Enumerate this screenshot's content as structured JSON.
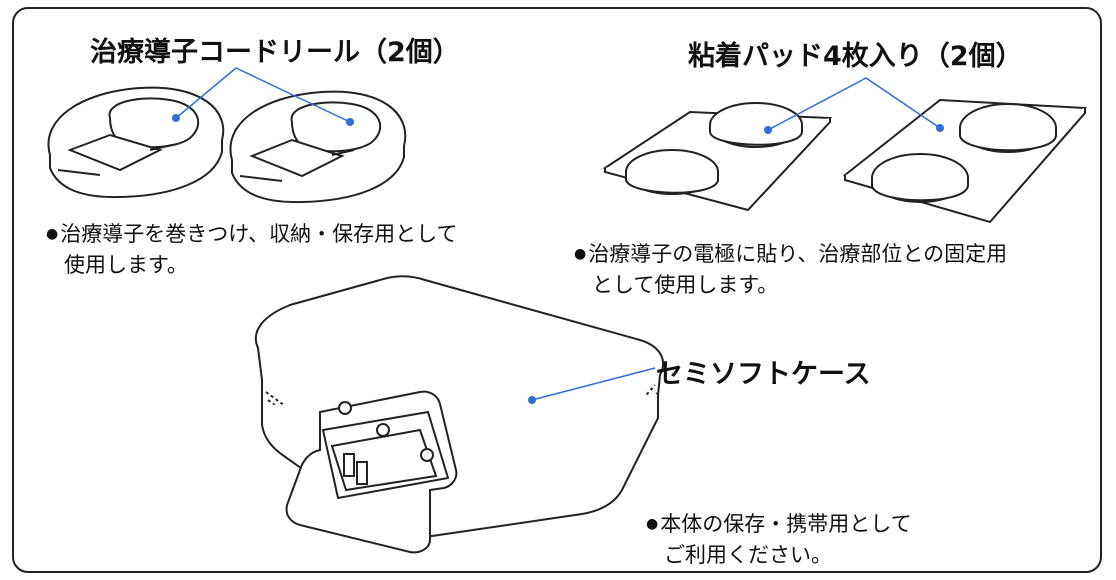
{
  "reel": {
    "title": "治療導子コードリール（2個）",
    "note_line1": "治療導子を巻きつけ、収納・保存用として",
    "note_line2": "使用します。"
  },
  "pad": {
    "title": "粘着パッド4枚入り（2個）",
    "note_line1": "治療導子の電極に貼り、治療部位との固定用",
    "note_line2": "として使用します。"
  },
  "case": {
    "title": "セミソフトケース",
    "note_line1": "本体の保存・携帯用として",
    "note_line2": "ご利用ください。"
  },
  "bullet": "●",
  "colors": {
    "leader": "#2c6fd6",
    "dot": "#2c6fd6",
    "outline": "#222222"
  }
}
